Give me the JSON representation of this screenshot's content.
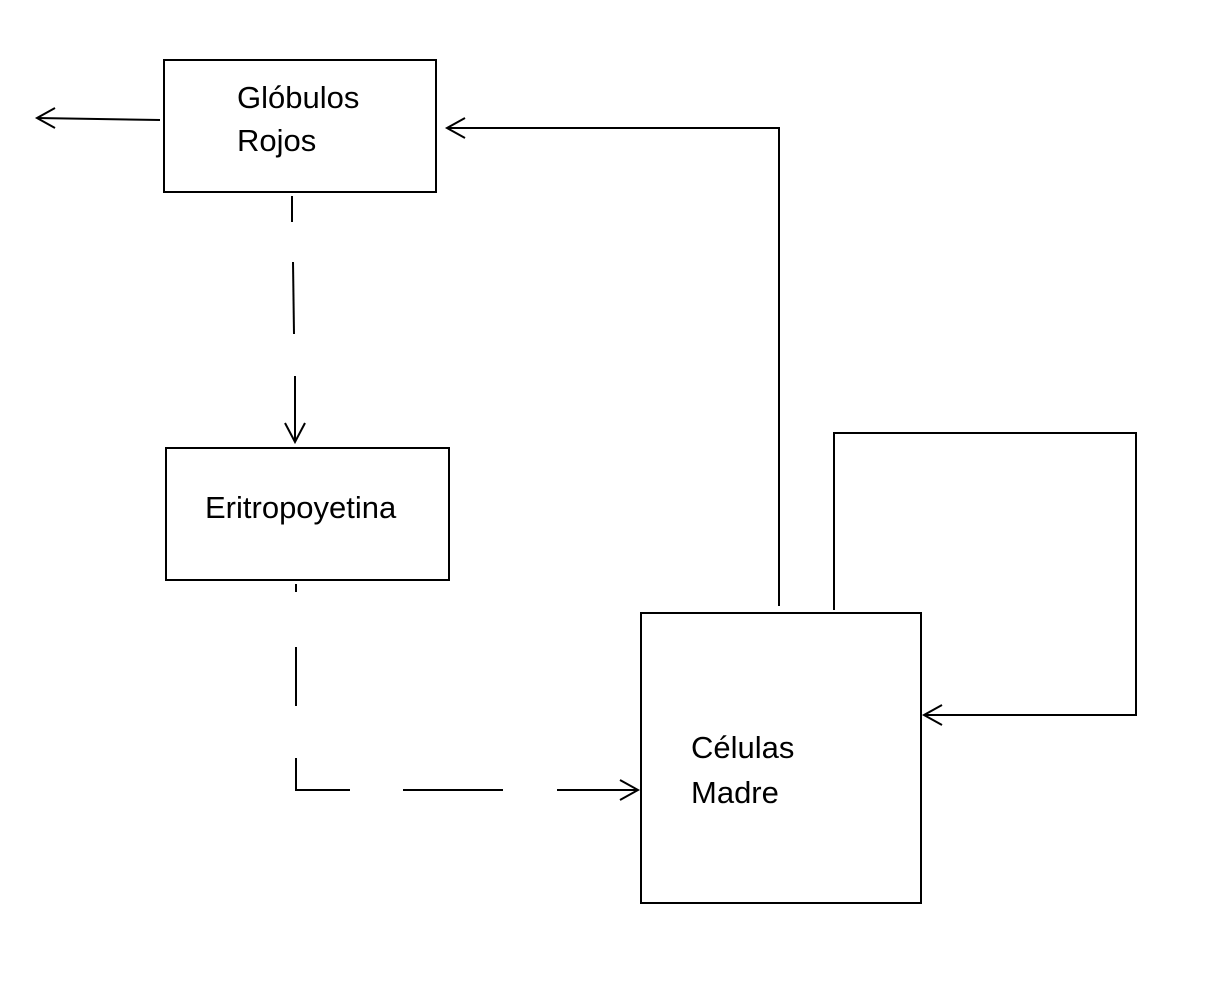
{
  "nodes": {
    "globulos_rojos": {
      "line1": "Glóbulos",
      "line2": "Rojos"
    },
    "eritropoyetina": {
      "label": "Eritropoyetina"
    },
    "celulas_madre": {
      "line1": "Células",
      "line2": "Madre"
    }
  },
  "edges": [
    {
      "from": "Glóbulos Rojos",
      "to": "exterior",
      "style": "solid"
    },
    {
      "from": "Glóbulos Rojos",
      "to": "Eritropoyetina",
      "style": "dashed"
    },
    {
      "from": "Eritropoyetina",
      "to": "Células Madre",
      "style": "dashed"
    },
    {
      "from": "Células Madre",
      "to": "Glóbulos Rojos",
      "style": "solid"
    },
    {
      "from": "Células Madre",
      "to": "Células Madre",
      "style": "solid"
    }
  ],
  "colors": {
    "stroke": "#000000",
    "background": "#ffffff"
  }
}
